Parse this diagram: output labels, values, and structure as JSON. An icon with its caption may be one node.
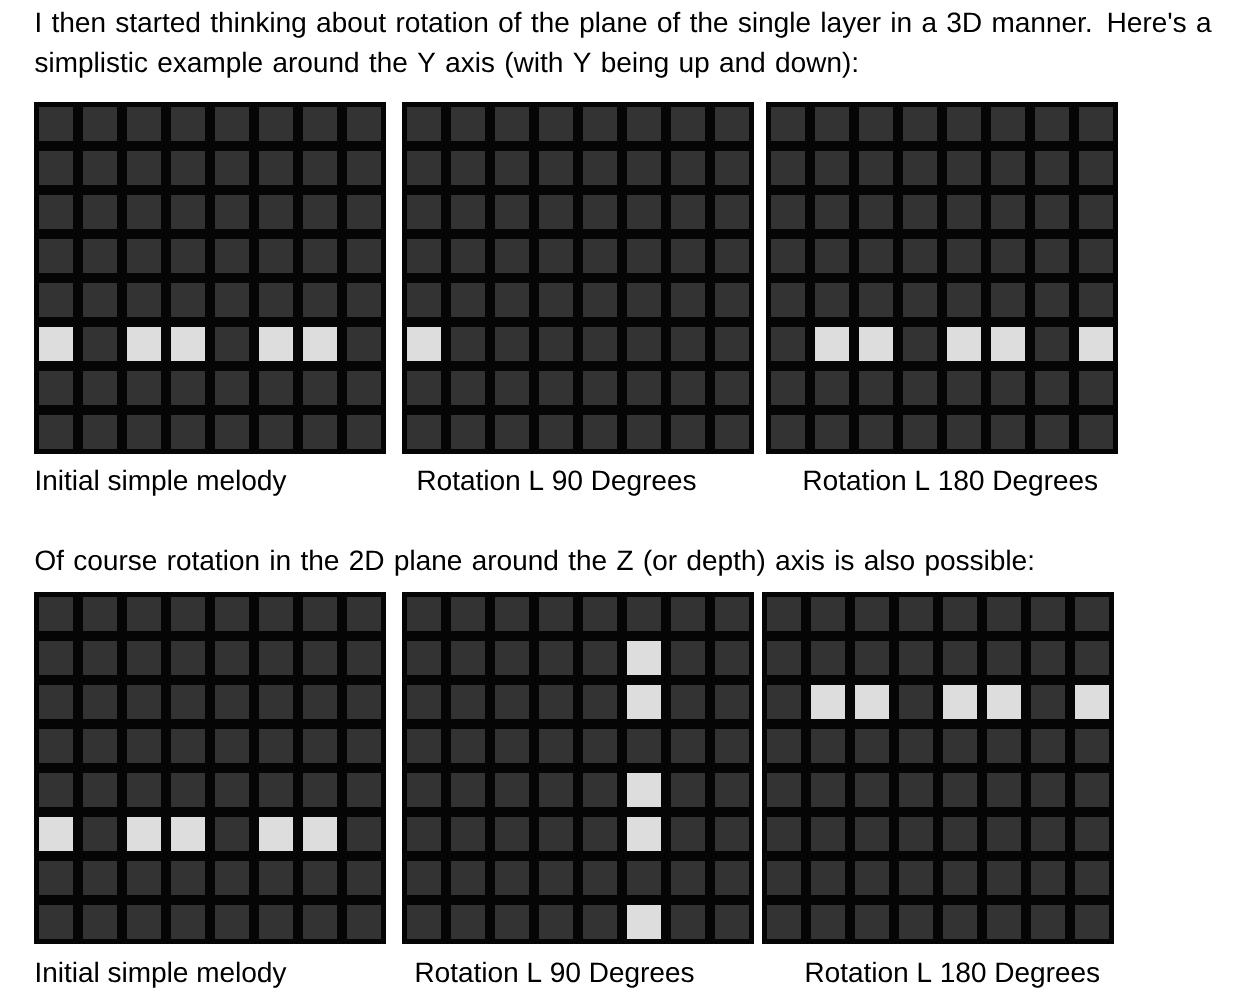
{
  "diagram": {
    "labels": [
      "I then started thinking about rotation of the plane of the single layer in a 3D manner. Here's a simplistic example around the Y axis (with Y being up and down):",
      "Initial simple melody",
      "Rotation L 90 Degrees",
      "Rotation L 180 Degrees",
      "Of course rotation in the 2D plane around the Z (or depth) axis is also possible:",
      "Initial simple melody",
      "Rotation L 90 Degrees",
      "Rotation L 180 Degrees"
    ]
  }
}
